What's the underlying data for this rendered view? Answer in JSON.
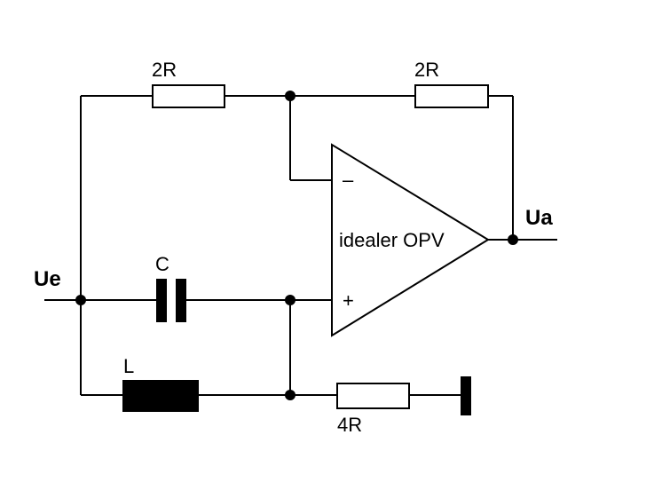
{
  "labels": {
    "input": "Ue",
    "output": "Ua",
    "resistor_top_left": "2R",
    "resistor_top_right": "2R",
    "resistor_bottom": "4R",
    "capacitor": "C",
    "inductor": "L",
    "opamp": "idealer OPV",
    "minus": "–",
    "plus": "+"
  },
  "colors": {
    "line": "#000000",
    "background": "#ffffff"
  }
}
